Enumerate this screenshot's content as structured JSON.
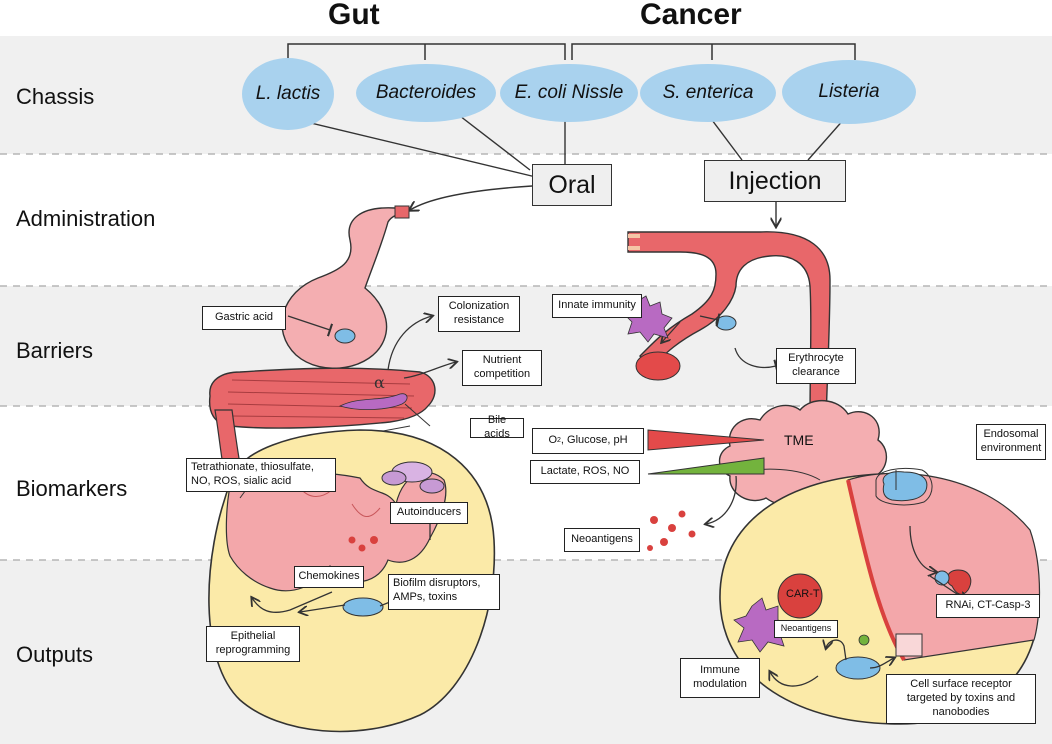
{
  "titles": {
    "gut": "Gut",
    "cancer": "Cancer"
  },
  "rows": {
    "chassis": "Chassis",
    "administration": "Administration",
    "barriers": "Barriers",
    "biomarkers": "Biomarkers",
    "outputs": "Outputs"
  },
  "chassis": {
    "lactis": "L. lactis",
    "bacteroides": "Bacteroides",
    "ecoli": "E. coli Nissle",
    "senterica": "S. enterica",
    "listeria": "Listeria"
  },
  "routes": {
    "oral": "Oral",
    "injection": "Injection"
  },
  "barriers": {
    "gastric_acid": "Gastric acid",
    "colonization_1": "Colonization",
    "colonization_2": "resistance",
    "nutrient_1": "Nutrient",
    "nutrient_2": "competition",
    "innate": "Innate immunity",
    "erythro_1": "Erythrocyte",
    "erythro_2": "clearance"
  },
  "biomarkers": {
    "bile": "Bile acids",
    "o2_prefix": "O",
    "o2_sub": "2",
    "o2_rest": ", Glucose, pH",
    "lactate": "Lactate, ROS, NO",
    "tme": "TME",
    "tetra_1": "Tetrathionate, thiosulfate,",
    "tetra_2": "NO, ROS, sialic acid",
    "endo_1": "Endosomal",
    "endo_2": "environment",
    "autoinducers": "Autoinducers",
    "neoantigens": "Neoantigens"
  },
  "outputs": {
    "chemokines": "Chemokines",
    "biofilm_1": "Biofilm disruptors,",
    "biofilm_2": "AMPs, toxins",
    "epi_1": "Epithelial",
    "epi_2": "reprogramming",
    "cart": "CAR-T",
    "neo_small": "Neoantigens",
    "rnai": "RNAi, CT-Casp-3",
    "immune_1": "Immune",
    "immune_2": "modulation",
    "cell_1": "Cell surface receptor",
    "cell_2": "targeted by toxins and",
    "cell_3": "nanobodies"
  },
  "colors": {
    "band": "#f0f0f0",
    "chassis": "#a9d2ee",
    "tissue": "#e8676a",
    "tissue_light": "#f2a3a6",
    "cell": "#fbeaa8",
    "bacterium": "#7fbde6",
    "purple": "#b86ac2",
    "red_wedge": "#e34a4a",
    "green_wedge": "#73b33d"
  },
  "icons": {
    "alpha": "α"
  }
}
